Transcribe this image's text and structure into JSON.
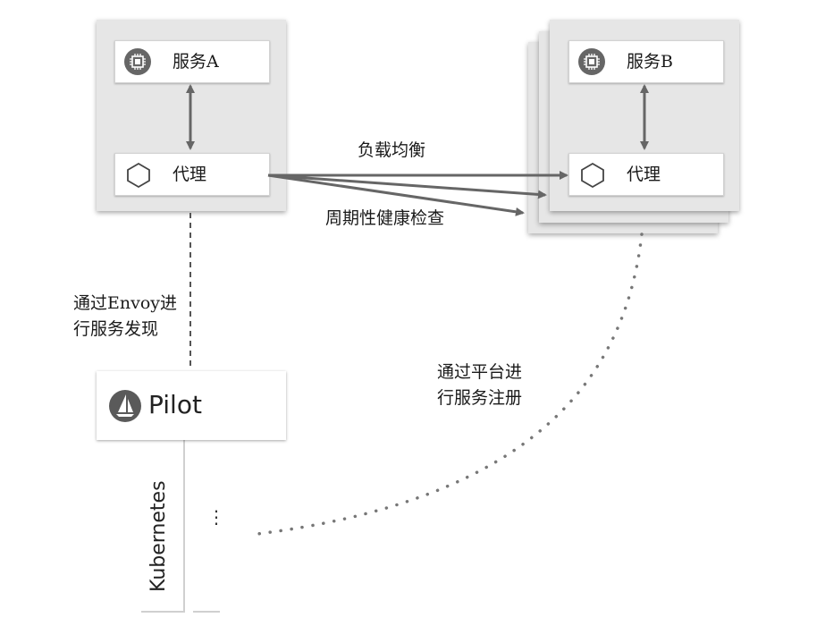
{
  "service_a": {
    "service_label": "服务A",
    "proxy_label": "代理",
    "chip_icon": "chip-icon",
    "proxy_icon": "hexagon-icon"
  },
  "service_b": {
    "service_label": "服务B",
    "proxy_label": "代理",
    "chip_icon": "chip-icon",
    "proxy_icon": "hexagon-icon"
  },
  "edges": {
    "load_balancing": "负载均衡",
    "health_check": "周期性健康检查"
  },
  "discovery": {
    "line1": "通过Envoy进",
    "line2": "行服务发现"
  },
  "registration": {
    "line1": "通过平台进",
    "line2": "行服务注册"
  },
  "pilot": {
    "label": "Pilot",
    "icon": "sail-icon"
  },
  "platform": {
    "label": "Kubernetes",
    "more": "⋮"
  },
  "colors": {
    "group_bg": "#e6e6e6",
    "arrow": "#666666",
    "icon": "#666666"
  }
}
